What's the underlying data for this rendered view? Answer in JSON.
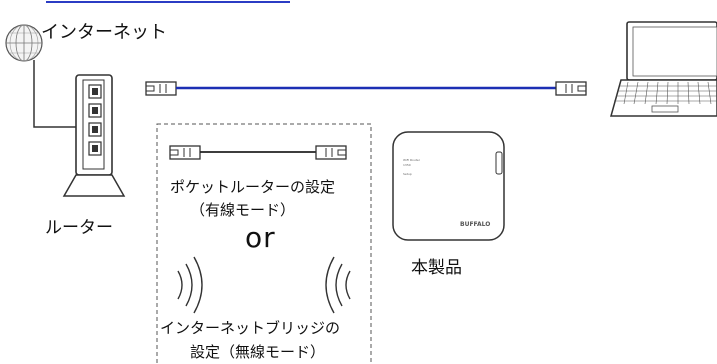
{
  "labels": {
    "internet": "インターネット",
    "router": "ルーター",
    "pocket_router_setting": "ポケットルーターの設定",
    "wired_mode": "（有線モード）",
    "or": "or",
    "internet_bridge": "インターネットブリッジの",
    "wireless_setting": "設定（無線モード）",
    "product": "本製品"
  },
  "colors": {
    "link_line": "#1c2fb4",
    "title_underline": "#2b3cc4",
    "stroke": "#333333",
    "dashed_box": "#555555"
  },
  "icons": {
    "globe": "globe-icon",
    "router": "router-icon",
    "laptop": "laptop-icon",
    "lan_plug": "lan-plug-icon",
    "wifi_waves": "wireless-wave-icon",
    "device": "pocket-device-icon"
  }
}
